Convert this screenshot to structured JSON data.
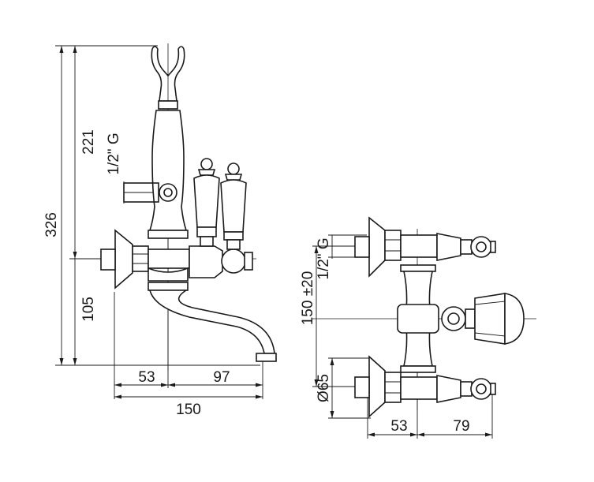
{
  "side_view": {
    "dims": {
      "total_height": "326",
      "upper_height": "221",
      "thread": "1/2\" G",
      "lower_height": "105",
      "spout_left": "53",
      "spout_right": "97",
      "spout_total": "150"
    }
  },
  "front_view": {
    "dims": {
      "thread": "1/2\" G",
      "center_distance": "150 ±20",
      "flange_diameter": "Ø65",
      "depth_left": "53",
      "depth_right": "79"
    }
  }
}
